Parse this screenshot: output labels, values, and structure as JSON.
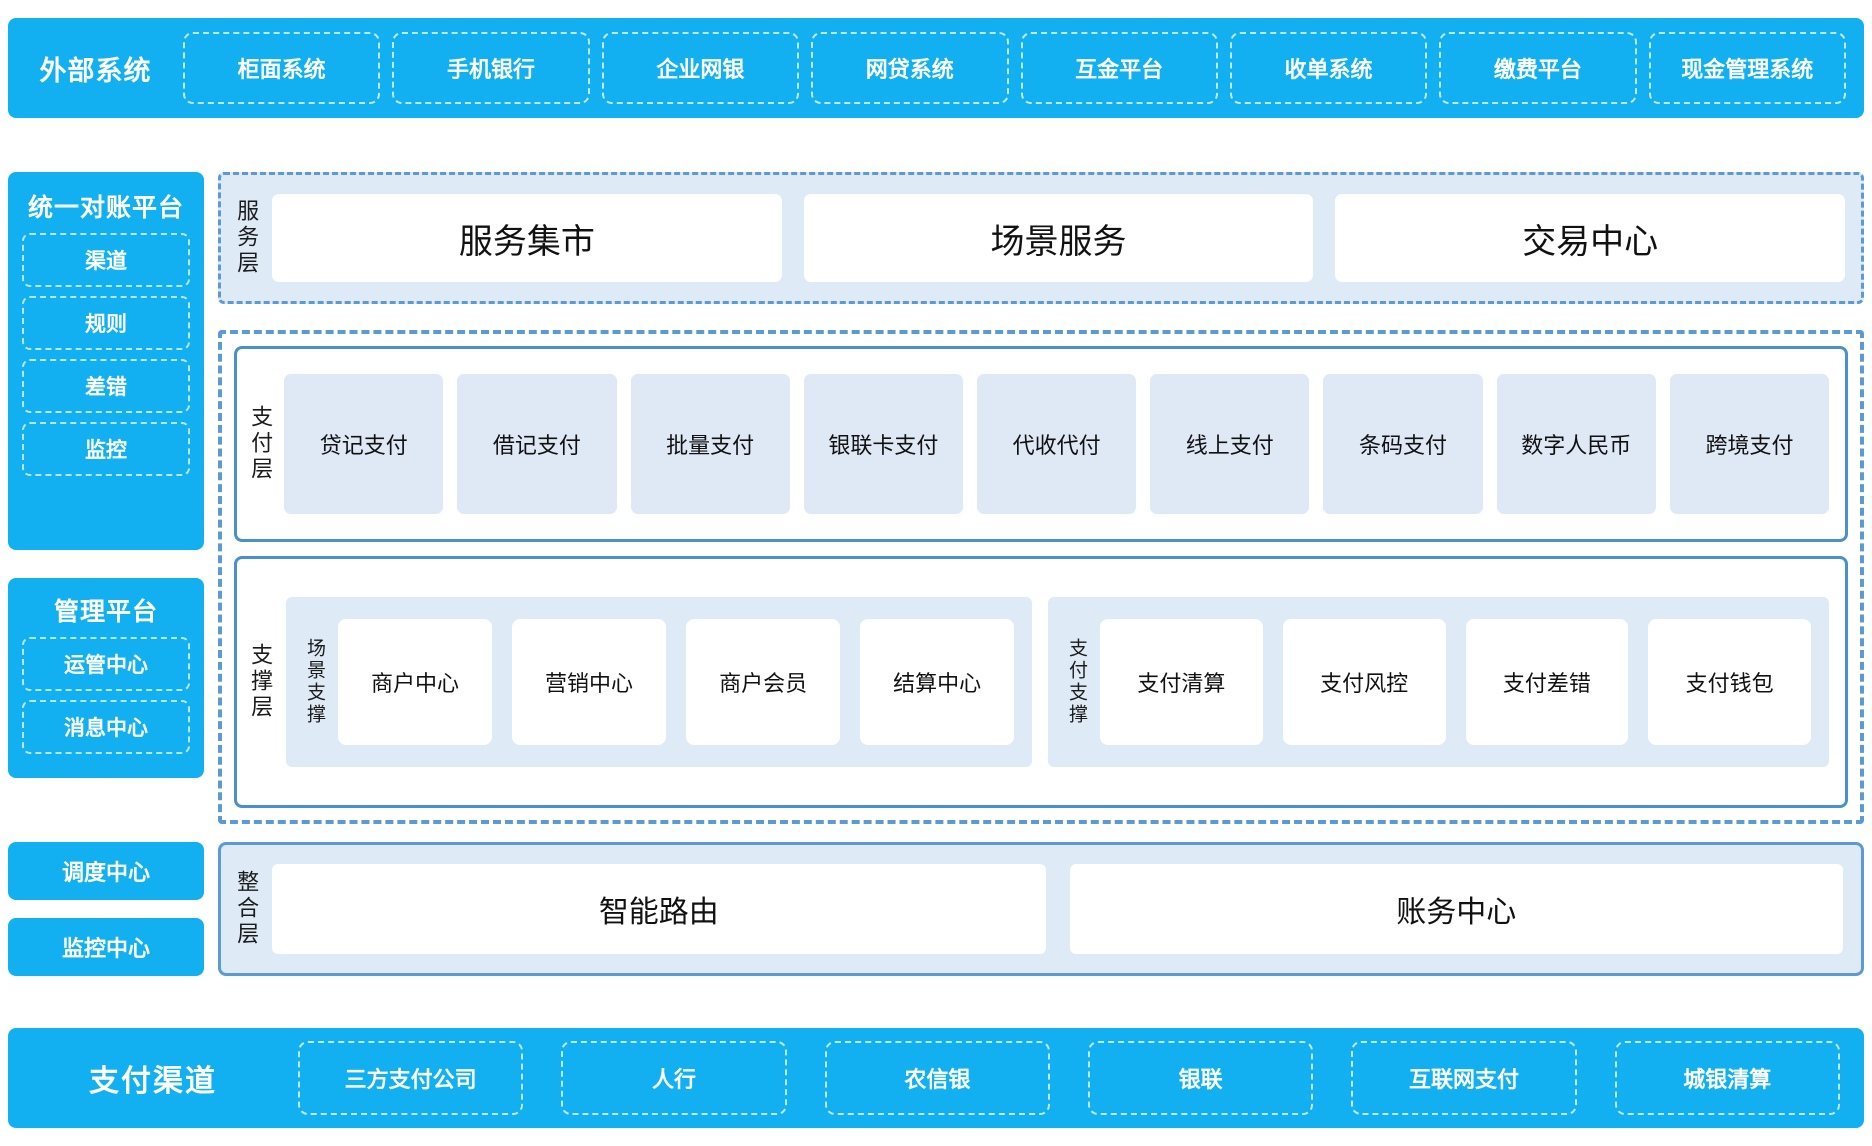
{
  "external_systems": {
    "title": "外部系统",
    "items": [
      "柜面系统",
      "手机银行",
      "企业网银",
      "网贷系统",
      "互金平台",
      "收单系统",
      "缴费平台",
      "现金管理系统"
    ]
  },
  "left_rail": {
    "reconciliation": {
      "title": "统一对账平台",
      "items": [
        "渠道",
        "规则",
        "差错",
        "监控"
      ]
    },
    "management": {
      "title": "管理平台",
      "items": [
        "运管中心",
        "消息中心"
      ]
    },
    "standalone": [
      "调度中心",
      "监控中心"
    ]
  },
  "service_layer": {
    "label": "服务层",
    "cards": [
      "服务集市",
      "场景服务",
      "交易中心"
    ]
  },
  "payment_layer": {
    "label": "支付层",
    "cells": [
      "贷记支付",
      "借记支付",
      "批量支付",
      "银联卡支付",
      "代收代付",
      "线上支付",
      "条码支付",
      "数字人民币",
      "跨境支付"
    ]
  },
  "support_layer": {
    "label": "支撑层",
    "groups": [
      {
        "label": "场景支撑",
        "tiles": [
          "商户中心",
          "营销中心",
          "商户会员",
          "结算中心"
        ]
      },
      {
        "label": "支付支撑",
        "tiles": [
          "支付清算",
          "支付风控",
          "支付差错",
          "支付钱包"
        ]
      }
    ]
  },
  "integration_layer": {
    "label": "整合层",
    "cards": [
      "智能路由",
      "账务中心"
    ]
  },
  "payment_channels": {
    "title": "支付渠道",
    "items": [
      "三方支付公司",
      "人行",
      "农信银",
      "银联",
      "互联网支付",
      "城银清算"
    ]
  },
  "colors": {
    "brand_blue": "#12b0f0",
    "panel_blue": "#dfeaf7",
    "cell_blue": "#dfe8f5",
    "border_blue": "#5b9bd5",
    "solid_border": "#4a90c9",
    "text_dark": "#111111",
    "white": "#ffffff"
  }
}
